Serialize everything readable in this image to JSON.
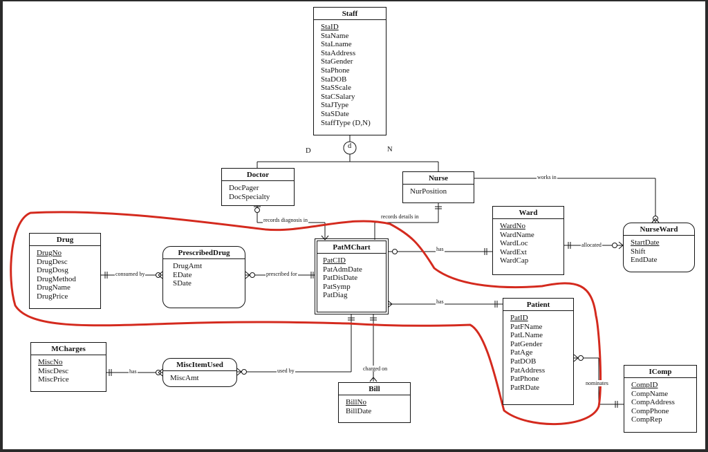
{
  "specialization": {
    "symbol": "d",
    "left_label": "D",
    "right_label": "N"
  },
  "entities": {
    "staff": {
      "title": "Staff",
      "attrs": [
        "StaID",
        "StaName",
        "StaLname",
        "StaAddress",
        "StaGender",
        "StaPhone",
        "StaDOB",
        "StaSScale",
        "StaCSalary",
        "StaJType",
        "StaSDate",
        "StaffType (D,N)"
      ]
    },
    "doctor": {
      "title": "Doctor",
      "attrs": [
        "DocPager",
        "DocSpecialty"
      ]
    },
    "nurse": {
      "title": "Nurse",
      "attrs": [
        "NurPosition"
      ]
    },
    "ward": {
      "title": "Ward",
      "attrs": [
        "WardNo",
        "WardName",
        "WardLoc",
        "WardExt",
        "WardCap"
      ]
    },
    "nurseward": {
      "title": "NurseWard",
      "attrs": [
        "StartDate",
        "Shift",
        "EndDate"
      ]
    },
    "drug": {
      "title": "Drug",
      "attrs": [
        "DrugNo",
        "DrugDesc",
        "DrugDosg",
        "DrugMethod",
        "DrugName",
        "DrugPrice"
      ]
    },
    "prescribeddrug": {
      "title": "PrescribedDrug",
      "attrs": [
        "DrugAmt",
        "EDate",
        "SDate"
      ]
    },
    "patmchart": {
      "title": "PatMChart",
      "attrs": [
        "PatCID",
        "PatAdmDate",
        "PatDisDate",
        "PatSymp",
        "PatDiag"
      ]
    },
    "patient": {
      "title": "Patient",
      "attrs": [
        "PatID",
        "PatFName",
        "PatLName",
        "PatGender",
        "PatAge",
        "PatDOB",
        "PatAddress",
        "PatPhone",
        "PatRDate"
      ]
    },
    "mcharges": {
      "title": "MCharges",
      "attrs": [
        "MiscNo",
        "MiscDesc",
        "MiscPrice"
      ]
    },
    "miscitemused": {
      "title": "MiscItemUsed",
      "attrs": [
        "MiscAmt"
      ]
    },
    "bill": {
      "title": "Bill",
      "attrs": [
        "BillNo",
        "BillDate"
      ]
    },
    "icomp": {
      "title": "IComp",
      "attrs": [
        "CompID",
        "CompName",
        "CompAddress",
        "CompPhone",
        "CompRep"
      ]
    }
  },
  "relationships": {
    "works_in": "works in",
    "records_diagnosis_in": "records diagnosis in",
    "records_details_in": "records details in",
    "has_chart_ward": "has",
    "allocated": "allocated",
    "consumed_by": "consumed by",
    "prescribed_for": "prescribed for",
    "has_chart_patient": "has",
    "has_misc": "has",
    "used_by": "used by",
    "charged_on": "charged on",
    "nominates": "nominates"
  },
  "annotation": {
    "color": "#d42a1e"
  }
}
